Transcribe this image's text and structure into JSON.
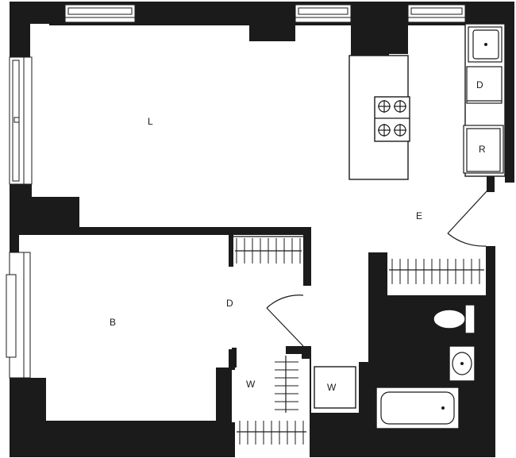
{
  "floor_plan": {
    "rooms": {
      "living": "L",
      "bedroom": "B",
      "entry": "E",
      "dressing": "D",
      "walk_in_closet": "W"
    },
    "appliances": {
      "dishwasher": "D",
      "refrigerator": "R",
      "washer": "W"
    }
  }
}
